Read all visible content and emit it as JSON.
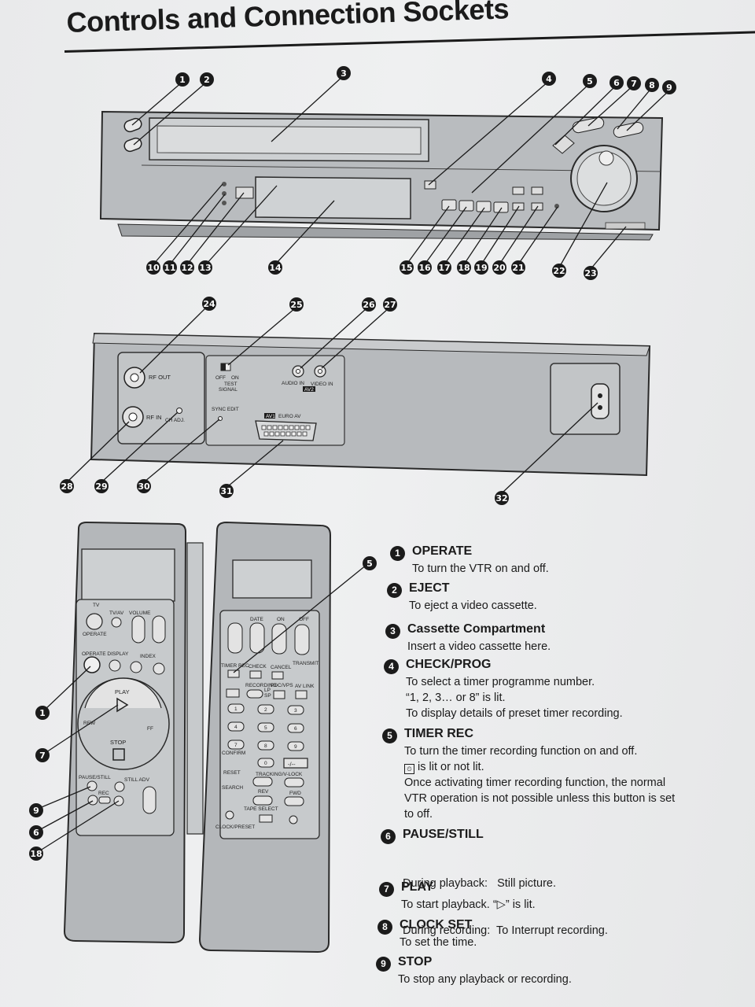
{
  "page": {
    "title": "Controls and Connection Sockets"
  },
  "callouts": {
    "front": [
      "1",
      "2",
      "3",
      "4",
      "5",
      "6",
      "7",
      "8",
      "9",
      "10",
      "11",
      "12",
      "13",
      "14",
      "15",
      "16",
      "17",
      "18",
      "19",
      "20",
      "21",
      "22",
      "23"
    ],
    "rear": [
      "24",
      "25",
      "26",
      "27",
      "28",
      "29",
      "30",
      "31",
      "32"
    ],
    "remote": [
      "1",
      "7",
      "9",
      "6",
      "18",
      "5"
    ]
  },
  "rear_labels": {
    "rf_out": "RF OUT",
    "rf_in": "RF IN",
    "ch_adj": "CH ADJ.",
    "test_signal_off": "OFF",
    "test_signal_on": "ON",
    "test_signal_1": "TEST",
    "test_signal_2": "SIGNAL",
    "sync_edit": "SYNC EDIT",
    "audio_in": "AUDIO IN",
    "video_in": "VIDEO IN",
    "av2": "AV2",
    "av1": "AV1",
    "euro_av": "EURO AV"
  },
  "remote_labels": {
    "tv": "TV",
    "tv_av": "TV/AV",
    "volume": "VOLUME",
    "operate": "OPERATE",
    "operate_display": "OPERATE DISPLAY",
    "index": "INDEX",
    "play": "PLAY",
    "rew": "REW",
    "ff": "FF",
    "stop": "STOP",
    "pause_still": "PAUSE/STILL",
    "still_adv": "STILL ADV",
    "rec": "REC",
    "date": "DATE",
    "on": "ON",
    "off": "OFF",
    "timer_rec": "TIMER REC",
    "check": "CHECK",
    "cancel": "CANCEL",
    "transmit": "TRANSMIT",
    "recording": "RECORDING",
    "pdc_vps": "PDC/VPS",
    "av_link": "AV LINK",
    "sp": "SP",
    "lp": "LP",
    "confirm": "CONFIRM",
    "reset": "RESET",
    "tracking_vlock": "TRACKING/V-LOCK",
    "search": "SEARCH",
    "rev": "REV",
    "fwd": "FWD",
    "tape_select": "TAPE SELECT",
    "clock_preset": "CLOCK/PRESET",
    "keys": [
      "1",
      "2",
      "3",
      "4",
      "5",
      "6",
      "7",
      "8",
      "9",
      "0",
      "-/--"
    ]
  },
  "descriptions": [
    {
      "num": "1",
      "head": "OPERATE",
      "lines": [
        "To turn the VTR on and off."
      ]
    },
    {
      "num": "2",
      "head": "EJECT",
      "lines": [
        "To eject a video cassette."
      ]
    },
    {
      "num": "3",
      "head": "Cassette Compartment",
      "lines": [
        "Insert a video cassette here."
      ]
    },
    {
      "num": "4",
      "head": "CHECK/PROG",
      "lines": [
        "To select a timer programme number.",
        "“1, 2, 3… or 8” is lit.",
        "To display details of preset timer recording."
      ]
    },
    {
      "num": "5",
      "head": "TIMER REC",
      "lines": [
        "To turn the timer recording function on and off.",
        "is lit or not lit.",
        "Once activating timer recording function, the normal",
        "VTR operation is not possible unless this button is set",
        "to off."
      ]
    },
    {
      "num": "6",
      "head": "PAUSE/STILL",
      "lines": [
        "During playback:   Still picture.",
        "During recording:  To Interrupt recording."
      ]
    },
    {
      "num": "7",
      "head": "PLAY",
      "lines": [
        "To start playback. “▷” is lit."
      ]
    },
    {
      "num": "8",
      "head": "CLOCK SET",
      "lines": [
        "To set the time."
      ]
    },
    {
      "num": "9",
      "head": "STOP",
      "lines": [
        "To stop any playback or recording."
      ]
    }
  ]
}
